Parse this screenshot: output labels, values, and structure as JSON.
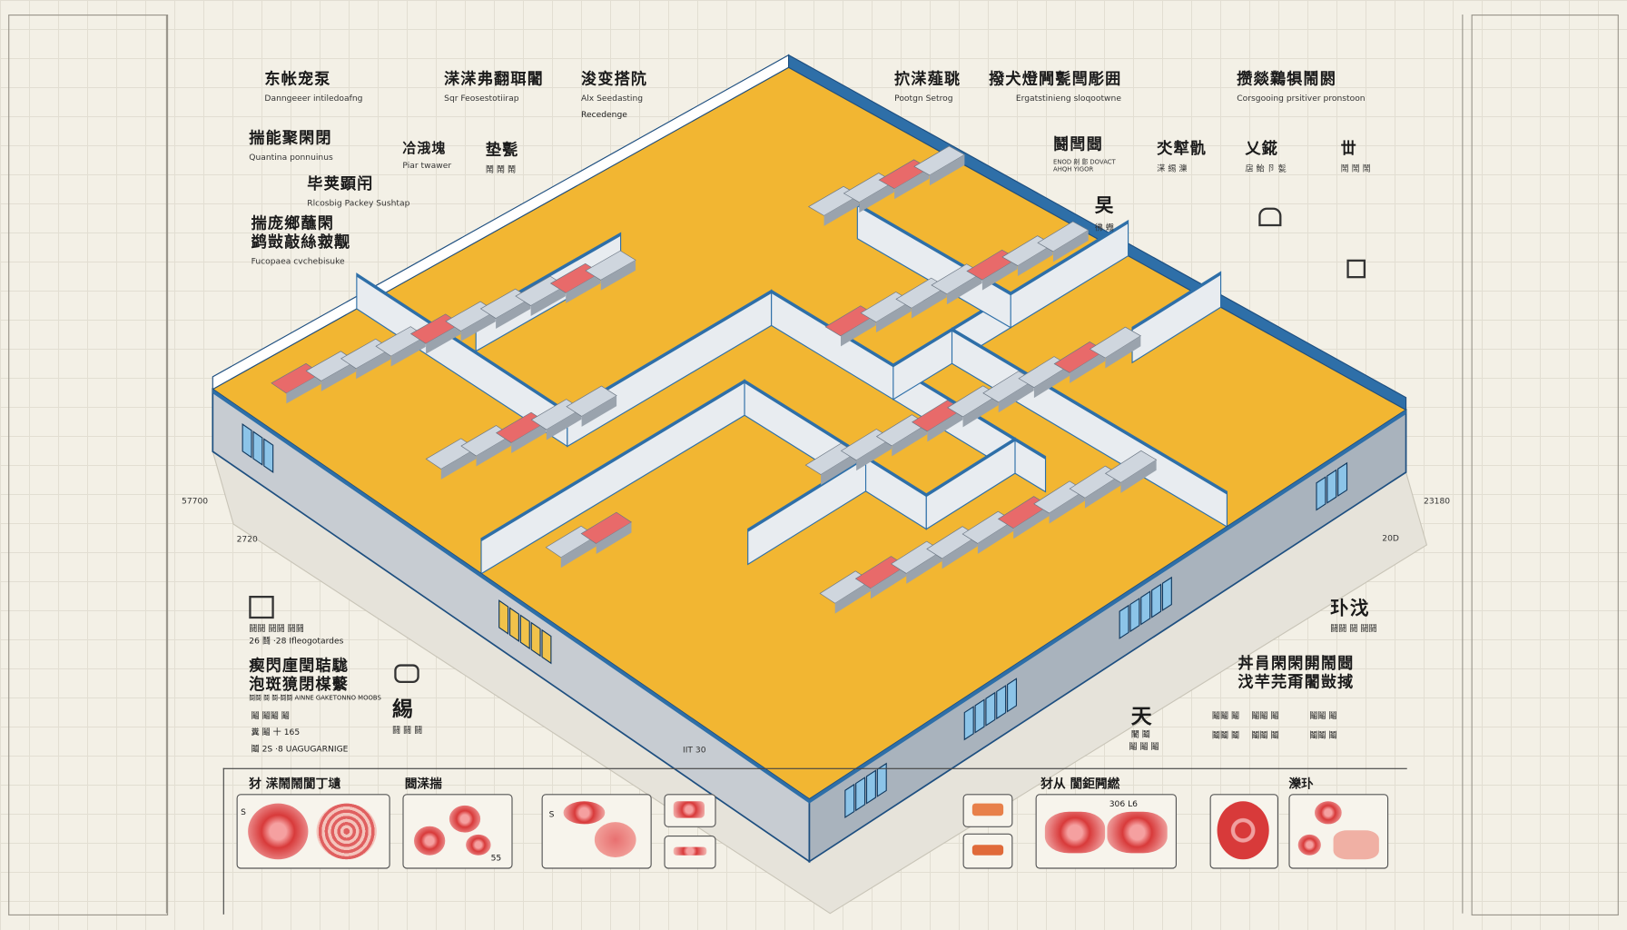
{
  "top_labels": [
    {
      "title": "东帐宠泵",
      "subtitle": "Danngeeer intiledoafng"
    },
    {
      "title": "揣能聚閑閉",
      "subtitle": "Quantina ponnuinus"
    },
    {
      "title": "毕荚顕闬",
      "subtitle": "Rlcosbig Packey Sushtap"
    },
    {
      "title": "揣庞鄉蘸閑",
      "subtitle": ""
    },
    {
      "title": "鹢敱敲絲皳觏",
      "subtitle": "Fucopaea cvchebisuke"
    },
    {
      "title": "㴕㴕弗翻聑闍",
      "subtitle": "Sqr Feosestotiirap"
    },
    {
      "title": "冾涐塊",
      "subtitle": "Piar twawer"
    },
    {
      "title": "垫甏",
      "subtitle": "鬧 鬧 鬧"
    },
    {
      "title": "浚变搭阬",
      "subtitle": "Alx Seedasting"
    },
    {
      "title": "",
      "subtitle": "Recedenge"
    },
    {
      "title": "㧒㴕薤聎",
      "subtitle": "Pootgn Setrog"
    },
    {
      "title": "撥犬燈闁甏閆彫囲",
      "subtitle": "Ergatstinieng sloqootwne"
    },
    {
      "title": "鬪閆閸",
      "subtitle": "ENOD 劓 郻 DOVACT AHQH YIGOR"
    },
    {
      "title": "旲",
      "subtitle": "彿 蠮"
    },
    {
      "title": "氼犎骩",
      "subtitle": "㴕 緆 濼"
    },
    {
      "title": "攒燚鸈犋鬧閼",
      "subtitle": "Corsgooing prsitiver pronstoon"
    },
    {
      "title": "乂錵",
      "subtitle": "扂 鮐 卪 甏"
    },
    {
      "title": "丗",
      "subtitle": "鬧 鬧 鬧"
    }
  ],
  "left_labels": {
    "l1": "鬪鬪 鬪鬪 鬪鬪",
    "l2": "26 鬪 ·28 Ifleogotardes",
    "l3": "瘈閃㢆閏聐駹",
    "l4": "泡斑獍閉楳蘻",
    "l5": "鬪鬪 鬪 鬪-鬪鬪 AINNE GAKETONNO MOOBS",
    "l6": "鬮 鬮鬮 鬮",
    "l7": "糞 鬮 十 165",
    "l8": "鬮 2S ·8 UAGUGARNIGE",
    "c1": "緆",
    "c2": "鬪 鬪 鬪"
  },
  "right_labels": {
    "r1": "㺪㳀",
    "r2": "鬪鬪 鬪 鬪鬪",
    "r3": "丼肙閑閑閞鬧閸",
    "r4": "㳀芉芫甭闍敱掝",
    "r5": "鬮鬮 鬮",
    "r6": "鬮鬮 鬮",
    "r7": "鬮鬮 鬮",
    "r8": "鬮鬮 鬮",
    "r9": "鬮鬮 鬮",
    "r10": "鬮鬮 鬮",
    "t1": "天",
    "t2": "闍 鬮",
    "t3": "鬮 鬮 鬮"
  },
  "dimensions": {
    "d1": "57700",
    "d2": "2720",
    "d3": "23180",
    "d4": "20D",
    "d5": "IIT 30"
  },
  "bottom_panels": [
    {
      "title": "犲  㴕鬧鬧閬丁壝",
      "note": "S"
    },
    {
      "title": "閸㴕揣",
      "note": "55"
    },
    {
      "title": "",
      "note": "S"
    },
    {
      "title": "",
      "note": ""
    },
    {
      "title": "",
      "note": ""
    },
    {
      "title": "犲从  閬鉅闁繎",
      "note": "306   L6"
    },
    {
      "title": "",
      "note": ""
    },
    {
      "title": "濼㺪",
      "note": ""
    }
  ],
  "colors": {
    "floor": "#f2b632",
    "wall_blue": "#2e6fa8",
    "wall_grey": "#c7ccd2",
    "meat": "#d83a3a"
  }
}
